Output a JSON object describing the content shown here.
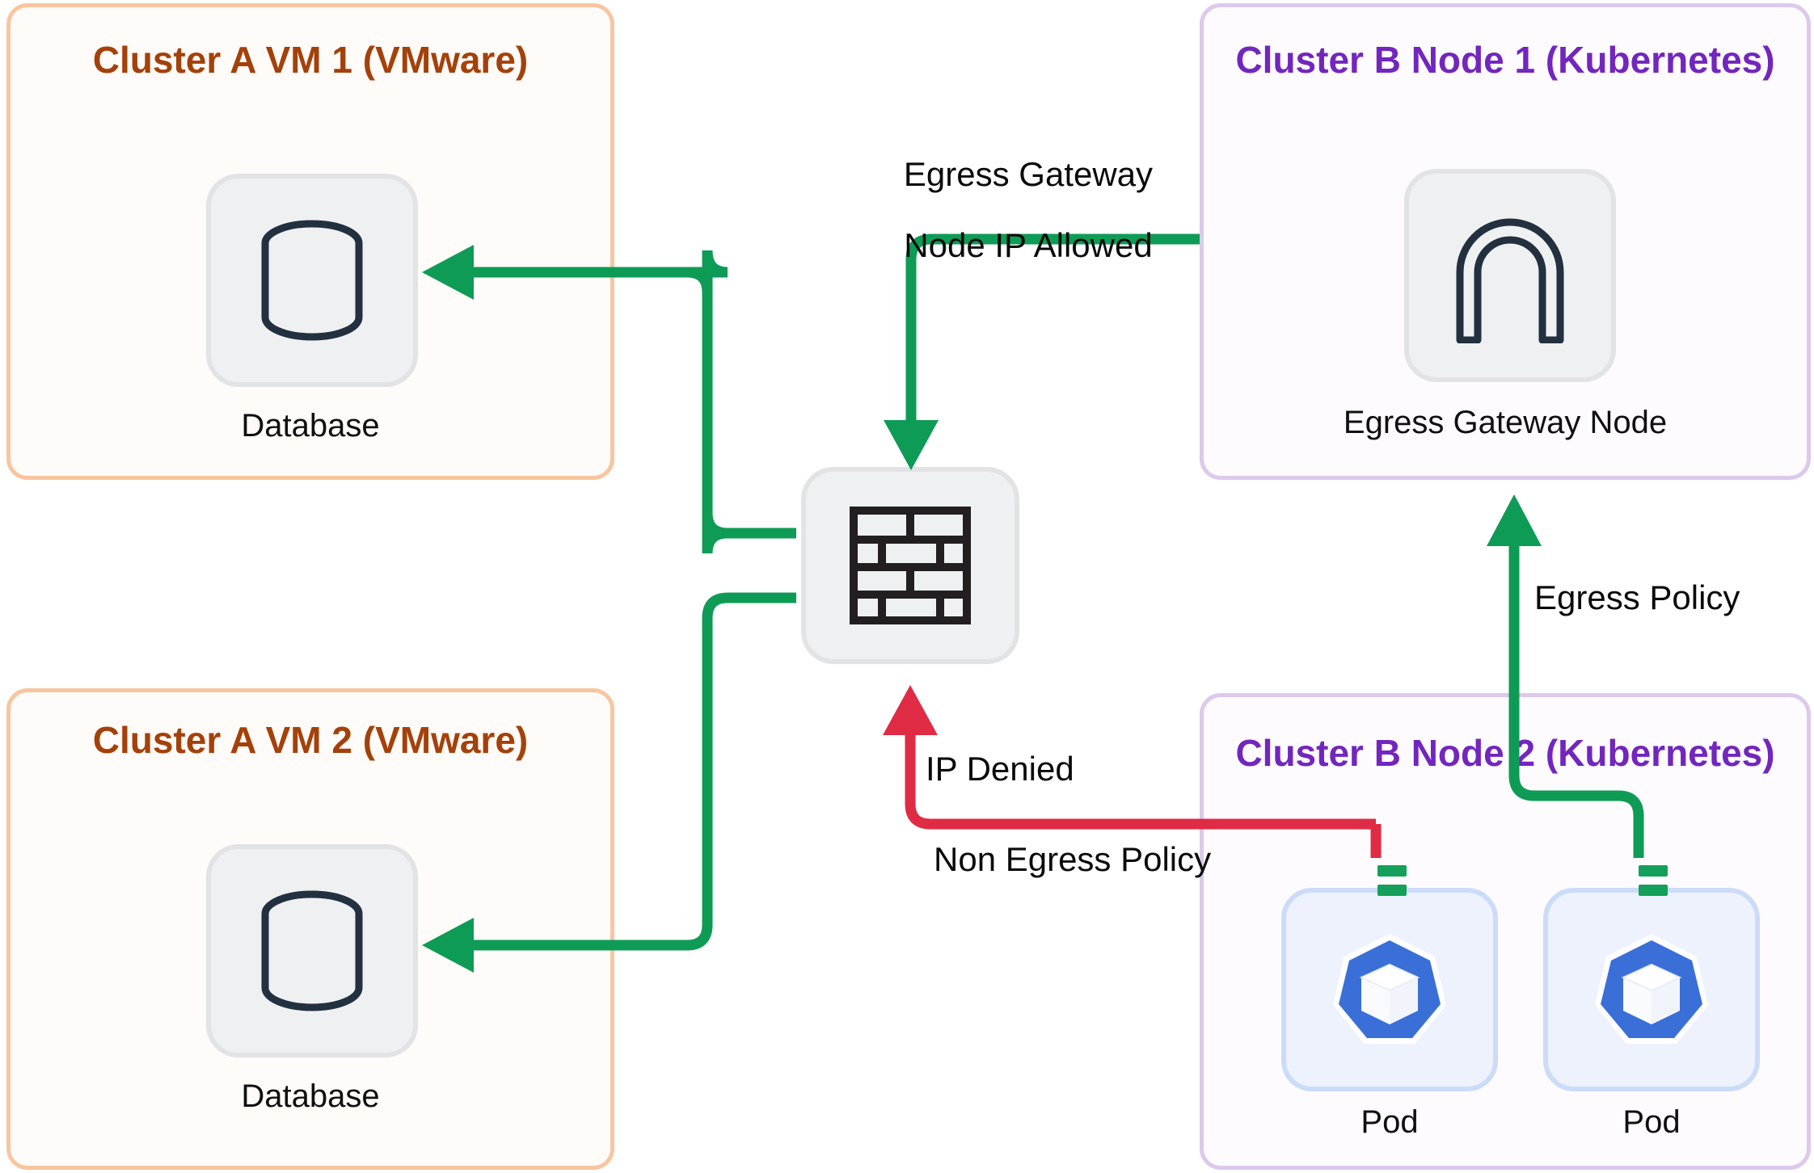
{
  "diagram": {
    "title": "Egress gateway network policy diagram",
    "colors": {
      "vm_border": "#F7C6A0",
      "vm_fill": "#FFFBF8",
      "vm_title": "#A4410A",
      "k8s_border": "#DCC9EC",
      "k8s_fill": "#FDFBFE",
      "k8s_title": "#7226BE",
      "allow_green": "#0E9B55",
      "deny_red": "#E02B45",
      "tile_fill": "#EFF0F1",
      "tile_border": "#E1E3E5",
      "pod_fill": "#EEF2FD",
      "pod_border": "#CBDCF8",
      "k8s_blue": "#3A6FD8",
      "icon_stroke": "#22303F"
    }
  },
  "groups": [
    {
      "id": "vm1",
      "title": "Cluster A VM 1 (VMware)",
      "kind": "vm",
      "node": {
        "label": "Database",
        "icon": "database-icon"
      }
    },
    {
      "id": "vm2",
      "title": "Cluster A VM 2 (VMware)",
      "kind": "vm",
      "node": {
        "label": "Database",
        "icon": "database-icon"
      }
    },
    {
      "id": "k8s1",
      "title": "Cluster B Node 1 (Kubernetes)",
      "kind": "k8s",
      "node": {
        "label": "Egress Gateway Node",
        "icon": "gateway-arch-icon"
      }
    },
    {
      "id": "k8s2",
      "title": "Cluster B Node 2 (Kubernetes)",
      "kind": "k8s",
      "nodes": [
        {
          "label": "Pod",
          "icon": "kubernetes-pod-icon"
        },
        {
          "label": "Pod",
          "icon": "kubernetes-pod-icon"
        }
      ]
    }
  ],
  "standalone": {
    "firewall": {
      "label": "",
      "icon": "firewall-brick-icon"
    }
  },
  "edges": [
    {
      "id": "gw-allowed",
      "label": "Egress Gateway\nNode IP Allowed",
      "color": "#0E9B55",
      "from": "Egress Gateway Node",
      "to": "Firewall",
      "state": "allowed"
    },
    {
      "id": "fw-to-db1",
      "label": "",
      "color": "#0E9B55",
      "from": "Firewall",
      "to": "Database (VM 1)",
      "state": "allowed"
    },
    {
      "id": "fw-to-db2",
      "label": "",
      "color": "#0E9B55",
      "from": "Firewall",
      "to": "Database (VM 2)",
      "state": "allowed"
    },
    {
      "id": "pod-denied",
      "label": "IP Denied",
      "sub_label": "Non Egress Policy",
      "color": "#E02B45",
      "from": "Pod (no egress policy)",
      "to": "Firewall",
      "state": "denied"
    },
    {
      "id": "pod-egress-policy",
      "label": "Egress Policy",
      "color": "#0E9B55",
      "from": "Pod (egress policy)",
      "to": "Egress Gateway Node",
      "state": "allowed"
    }
  ],
  "labels": {
    "egress_gateway_allowed_line1": "Egress Gateway",
    "egress_gateway_allowed_line2": "Node IP Allowed",
    "ip_denied": "IP Denied",
    "non_egress_policy": "Non Egress Policy",
    "egress_policy": "Egress Policy"
  }
}
